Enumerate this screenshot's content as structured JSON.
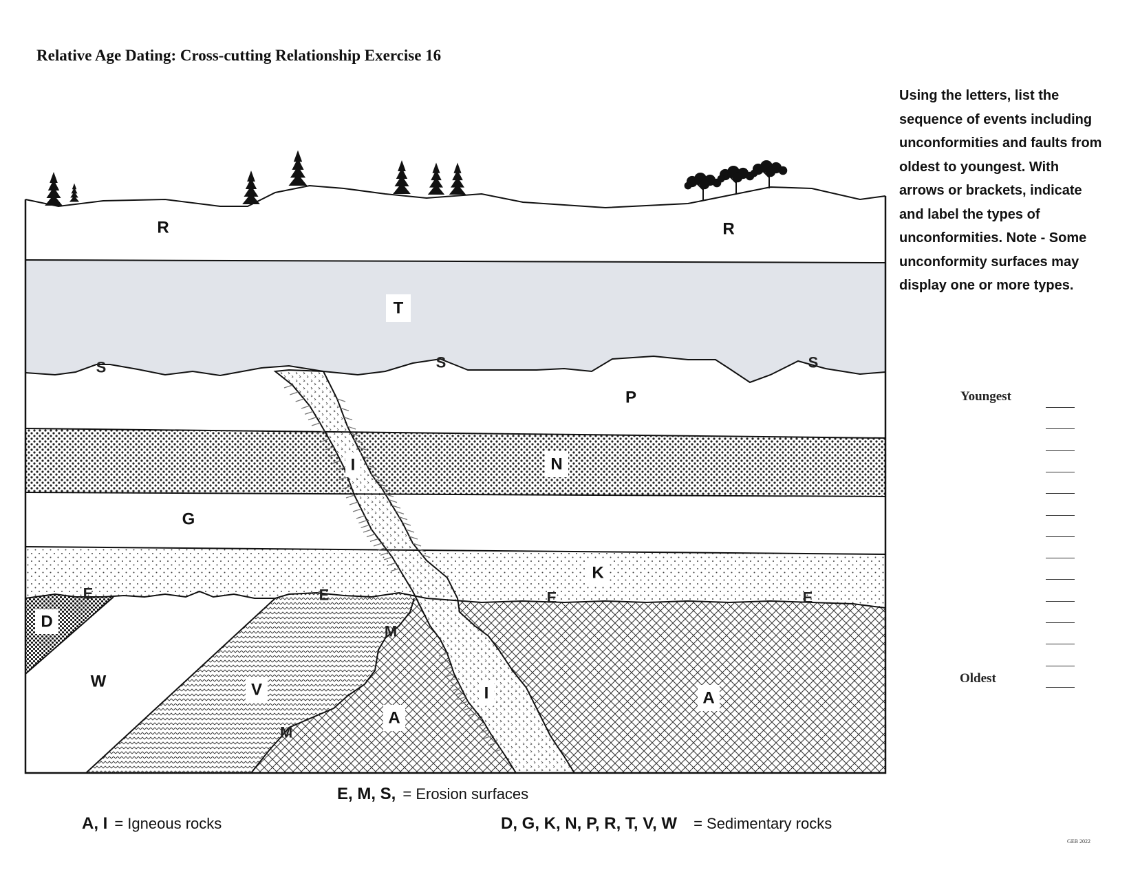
{
  "title": "Relative Age Dating:  Cross-cutting Relationship Exercise 16",
  "instructions": "Using the letters, list the sequence of events including unconformities and faults from oldest to youngest. With arrows or brackets, indicate and label the types of unconformities.  Note - Some unconformity surfaces may display one or more types.",
  "answer_sheet": {
    "youngest_label": "Youngest",
    "oldest_label": "Oldest",
    "blank_count": 14
  },
  "units": {
    "R": "R",
    "T": "T",
    "P": "P",
    "N": "N",
    "G": "G",
    "K": "K",
    "D": "D",
    "W": "W",
    "V": "V",
    "A": "A",
    "I": "I"
  },
  "surfaces": {
    "S": "S",
    "E": "E",
    "M": "M"
  },
  "legend": {
    "erosion_letters": "E, M, S,",
    "erosion_text": "= Erosion surfaces",
    "igneous_letters": "A, I",
    "igneous_text": "= Igneous rocks",
    "sedimentary_letters": "D, G, K, N, P, R, T, V, W",
    "sedimentary_text": "= Sedimentary rocks"
  },
  "credit": "GEB 2022"
}
